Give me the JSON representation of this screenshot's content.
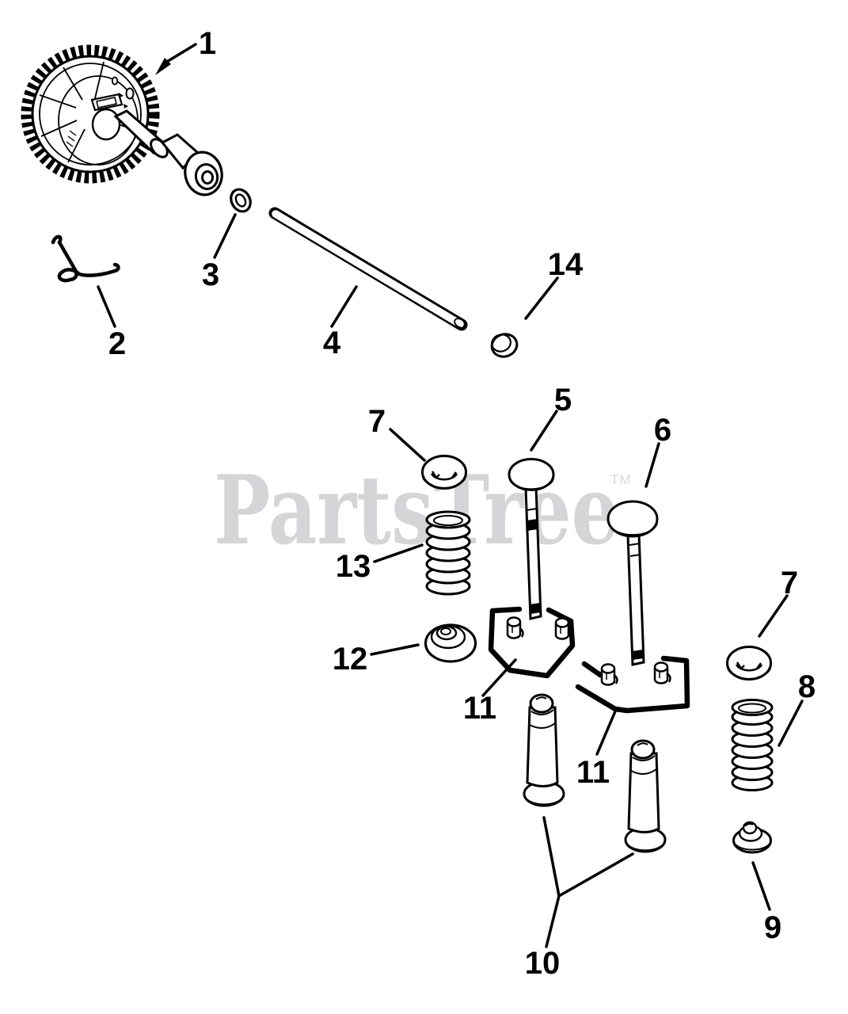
{
  "diagram": {
    "background": "#ffffff",
    "line_color": "#000000",
    "watermark_color": "#d5d5d7"
  },
  "watermark": {
    "text": "PartsTree",
    "tm": "TM"
  },
  "callouts": [
    {
      "label": "1",
      "part": "camshaft-assembly"
    },
    {
      "label": "2",
      "part": "retaining-clip"
    },
    {
      "label": "3",
      "part": "washer"
    },
    {
      "label": "4",
      "part": "push-rod"
    },
    {
      "label": "5",
      "part": "valve-left"
    },
    {
      "label": "6",
      "part": "valve-right"
    },
    {
      "label": "7",
      "part": "spring-cap-left"
    },
    {
      "label": "7",
      "part": "spring-cap-right"
    },
    {
      "label": "8",
      "part": "valve-spring-right"
    },
    {
      "label": "9",
      "part": "spring-retainer-right"
    },
    {
      "label": "10",
      "part": "tappets"
    },
    {
      "label": "11",
      "part": "valve-keepers-left"
    },
    {
      "label": "11",
      "part": "valve-keepers-right"
    },
    {
      "label": "12",
      "part": "spring-retainer-left"
    },
    {
      "label": "13",
      "part": "valve-spring-left"
    },
    {
      "label": "14",
      "part": "push-rod-cap"
    }
  ]
}
